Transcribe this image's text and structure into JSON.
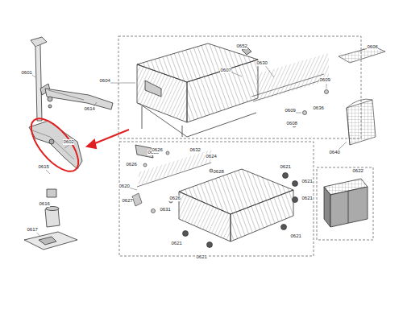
{
  "diagram": {
    "labels": [
      "0601",
      "0614",
      "0604",
      "0652",
      "0606",
      "0607",
      "0630",
      "0609",
      "0636",
      "0609",
      "0608",
      "0640",
      "0602",
      "0653",
      "0615",
      "0626",
      "0632",
      "0624",
      "0626",
      "0628",
      "0621",
      "0622",
      "0620",
      "0621",
      "0627",
      "0626",
      "0621",
      "0616",
      "0631",
      "0617",
      "0621",
      "0621",
      "0621"
    ]
  }
}
